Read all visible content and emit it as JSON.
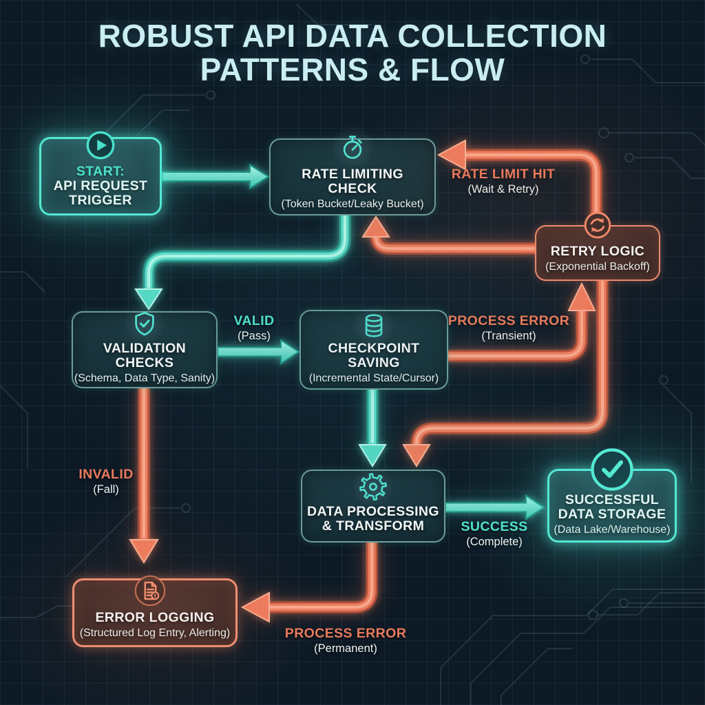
{
  "title": {
    "line1": "ROBUST API DATA COLLECTION",
    "line2": "PATTERNS & FLOW"
  },
  "nodes": {
    "start": {
      "icon": "play-icon",
      "lines": [
        "START:",
        "API REQUEST",
        "TRIGGER"
      ]
    },
    "rate_limit": {
      "icon": "stopwatch-icon",
      "lines": [
        "RATE LIMITING",
        "CHECK"
      ],
      "subtitle": "(Token Bucket/Leaky Bucket)"
    },
    "retry": {
      "icon": "sync-icon",
      "lines": [
        "RETRY LOGIC"
      ],
      "subtitle": "(Exponential Backoff)"
    },
    "validation": {
      "icon": "shield-check-icon",
      "lines": [
        "VALIDATION",
        "CHECKS"
      ],
      "subtitle": "(Schema, Data Type, Sanity)"
    },
    "checkpoint": {
      "icon": "database-icon",
      "lines": [
        "CHECKPOINT",
        "SAVING"
      ],
      "subtitle": "(Incremental State/Cursor)"
    },
    "processing": {
      "icon": "gear-icon",
      "lines": [
        "DATA PROCESSING",
        "& TRANSFORM"
      ]
    },
    "storage": {
      "icon": "check-circle-icon",
      "lines": [
        "SUCCESSFUL",
        "DATA STORAGE"
      ],
      "subtitle": "(Data Lake/Warehouse)"
    },
    "error_logging": {
      "icon": "log-file-icon",
      "lines": [
        "ERROR LOGGING"
      ],
      "subtitle": "(Structured Log Entry, Alerting)"
    }
  },
  "edge_labels": {
    "rate_limit_hit": {
      "title": "RATE LIMIT HIT",
      "subtitle": "(Wait & Retry)"
    },
    "valid": {
      "title": "VALID",
      "subtitle": "(Pass)"
    },
    "process_error_transient": {
      "title": "PROCESS ERROR",
      "subtitle": "(Transient)"
    },
    "invalid": {
      "title": "INVALID",
      "subtitle": "(Fall)"
    },
    "success": {
      "title": "SUCCESS",
      "subtitle": "(Complete)"
    },
    "process_error_permanent": {
      "title": "PROCESS ERROR",
      "subtitle": "(Permanent)"
    }
  },
  "edges": [
    {
      "from": "start",
      "to": "rate_limit",
      "color": "teal"
    },
    {
      "from": "rate_limit",
      "to": "validation",
      "color": "teal"
    },
    {
      "from": "validation",
      "to": "checkpoint",
      "label": "valid",
      "color": "teal"
    },
    {
      "from": "checkpoint",
      "to": "retry",
      "label": "process_error_transient",
      "color": "orange"
    },
    {
      "from": "retry",
      "to": "rate_limit",
      "label": "rate_limit_hit",
      "color": "orange"
    },
    {
      "from": "retry",
      "to": "processing",
      "color": "orange"
    },
    {
      "from": "checkpoint",
      "to": "processing",
      "color": "teal"
    },
    {
      "from": "processing",
      "to": "storage",
      "label": "success",
      "color": "teal"
    },
    {
      "from": "processing",
      "to": "error_logging",
      "label": "process_error_permanent",
      "color": "orange"
    },
    {
      "from": "validation",
      "to": "error_logging",
      "label": "invalid",
      "color": "orange"
    }
  ],
  "colors": {
    "background": "#0d1a25",
    "teal_accent": "#54e9d3",
    "teal_text": "#4fe2cd",
    "orange_accent": "#ec8c6f",
    "orange_text": "#e87a5c",
    "title_text": "#c9edf3",
    "body_text": "#f4f8f8"
  }
}
